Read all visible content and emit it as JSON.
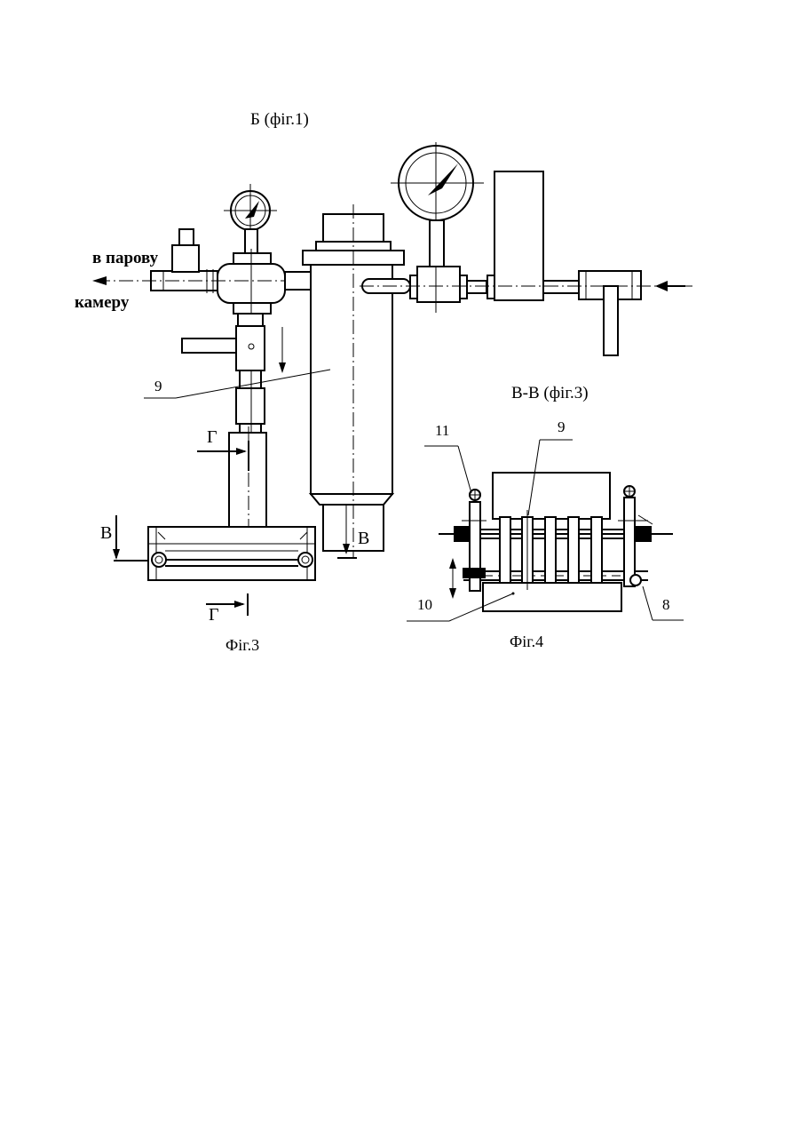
{
  "labels": {
    "view_b_title": "Б (фіг.1)",
    "to_steam_line1": "в парову",
    "to_steam_line2": "камеру",
    "ref_9_top": "9",
    "section_vv_title": "В-В (фіг.3)",
    "section_g_top": "Г",
    "section_g_bottom": "Г",
    "section_v_left": "В",
    "section_v_right": "В",
    "fig3_caption": "Фіг.3",
    "ref_11": "11",
    "ref_9_section": "9",
    "ref_10": "10",
    "ref_8": "8",
    "fig4_caption": "Фіг.4"
  }
}
